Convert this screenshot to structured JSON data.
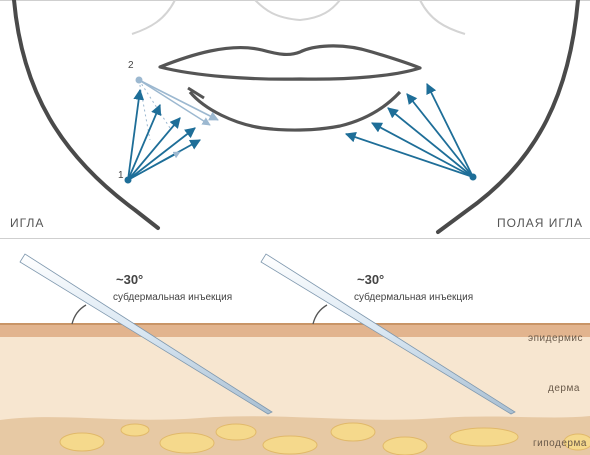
{
  "top_panel": {
    "left_label": "ИГЛА",
    "right_label": "ПОЛАЯ ИГЛА",
    "point_1": "1",
    "point_2": "2"
  },
  "bottom_panel": {
    "angle_left": "~30°",
    "angle_right": "~30°",
    "injection_left": "субдермальная инъекция",
    "injection_right": "субдермальная инъекция",
    "layer_epidermis": "эпидермис",
    "layer_dermis": "дерма",
    "layer_hypodermis": "гиподерма"
  },
  "colors": {
    "arrow": "#1e6e98",
    "arrow_light": "#9cb8d0",
    "face_outline": "#4a4a4a",
    "epidermis": "#e2b48e",
    "dermis": "#f7e6d0",
    "hypodermis": "#e7c9a4",
    "fat_cells": "#f5d98c",
    "needle": "#d8e6f2"
  }
}
